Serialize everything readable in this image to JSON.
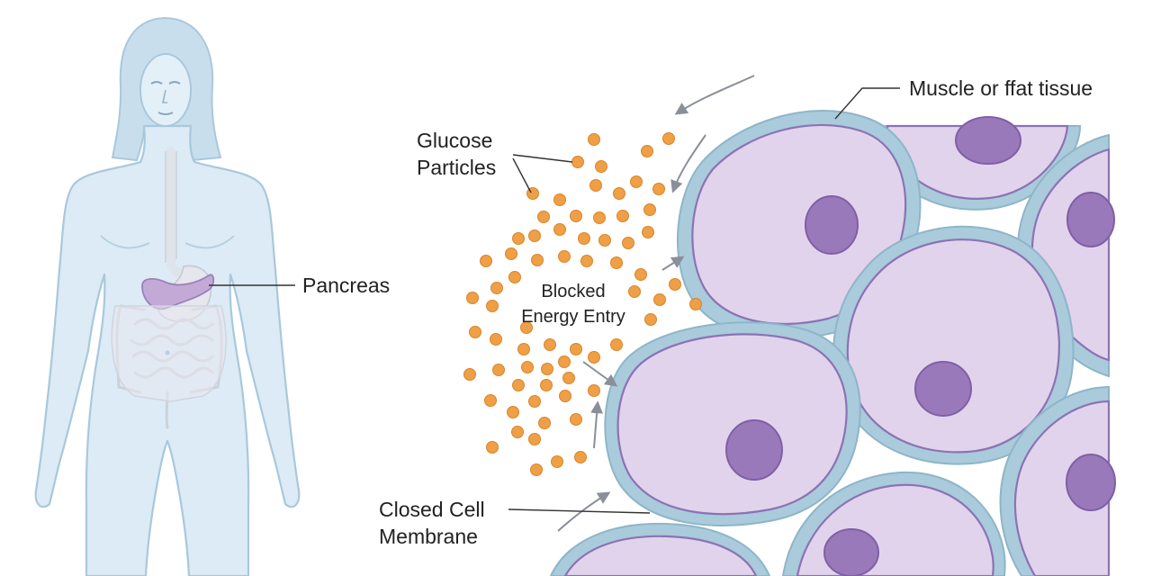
{
  "labels": {
    "muscle_tissue": "Muscle or ffat tissue",
    "glucose": [
      "Glucose",
      "Particles"
    ],
    "pancreas": "Pancreas",
    "blocked": [
      "Blocked",
      "Energy Entry"
    ],
    "membrane": [
      "Closed Cell",
      "Membrane"
    ]
  },
  "colors": {
    "body_fill": "#dcebf5",
    "body_stroke": "#a9c8dc",
    "hair": "#c9deec",
    "pancreas": "#c3a9d6",
    "intestine": "#e4e4ec",
    "cell_membrane": "#a9cbdb",
    "cell_fill": "#e2d3ec",
    "cell_stroke": "#8b73b4",
    "nucleus": "#9a79bb",
    "glucose": "#ef9f45",
    "arrow": "#8a8f99",
    "text": "#222222"
  }
}
